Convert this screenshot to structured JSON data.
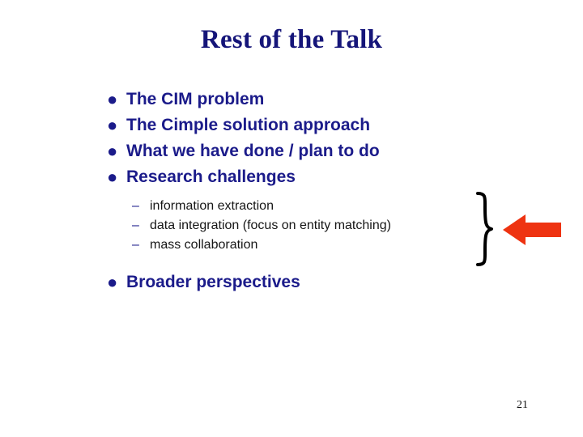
{
  "slide": {
    "title": "Rest of the Talk",
    "page_number": "21",
    "background_color": "#ffffff",
    "title_color": "#151579",
    "bullet_color": "#1b1b8a",
    "sub_bullet_text_color": "#161616",
    "arrow_color": "#ee3311",
    "brace_color": "#000000"
  },
  "main_bullets": [
    {
      "marker": "●",
      "label": "The CIM problem"
    },
    {
      "marker": "●",
      "label": "The Cimple solution approach"
    },
    {
      "marker": "●",
      "label": "What we have done / plan to do"
    },
    {
      "marker": "●",
      "label": "Research challenges"
    }
  ],
  "sub_bullets": [
    {
      "marker": "–",
      "label": "information extraction"
    },
    {
      "marker": "–",
      "label": "data integration (focus on entity matching)"
    },
    {
      "marker": "–",
      "label": "mass collaboration"
    }
  ],
  "closing_bullets": [
    {
      "marker": "●",
      "label": "Broader perspectives"
    }
  ],
  "callout": {
    "brace_name": "right-curly-brace",
    "arrow_name": "left-arrow",
    "arrow_direction": "left"
  }
}
